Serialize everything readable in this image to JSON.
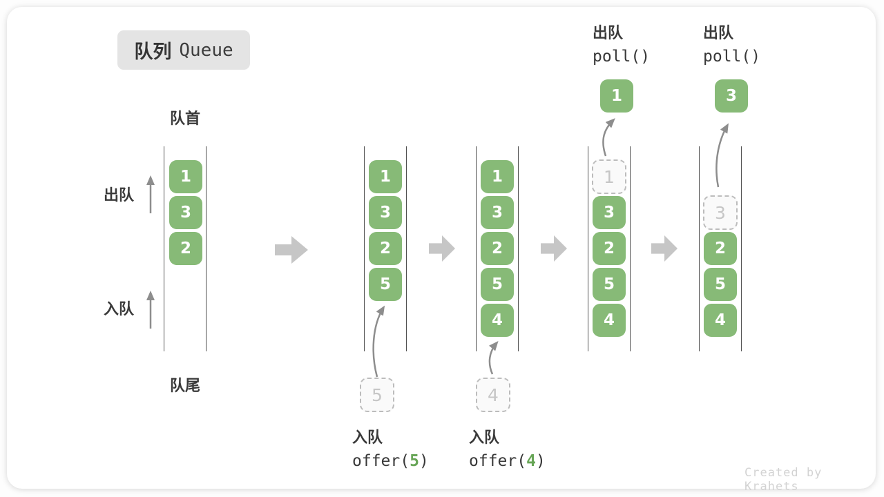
{
  "title": {
    "zh": "队列",
    "en": "Queue"
  },
  "labels": {
    "front": "队首",
    "rear": "队尾",
    "dequeue": "出队",
    "enqueue": "入队"
  },
  "ops": {
    "enqueue5": {
      "label": "入队",
      "code_pre": "offer(",
      "code_arg": "5",
      "code_post": ")"
    },
    "enqueue4": {
      "label": "入队",
      "code_pre": "offer(",
      "code_arg": "4",
      "code_post": ")"
    },
    "dequeue1": {
      "label": "出队",
      "code": "poll()"
    },
    "dequeue3": {
      "label": "出队",
      "code": "poll()"
    }
  },
  "states": [
    {
      "cells": [
        "1",
        "3",
        "2"
      ]
    },
    {
      "cells": [
        "1",
        "3",
        "2",
        "5"
      ],
      "incoming": "5"
    },
    {
      "cells": [
        "1",
        "3",
        "2",
        "5",
        "4"
      ],
      "incoming": "4"
    },
    {
      "cells": [
        "3",
        "2",
        "5",
        "4"
      ],
      "removed": "1",
      "polled": "1"
    },
    {
      "cells": [
        "2",
        "5",
        "4"
      ],
      "removed": "3",
      "polled": "3"
    }
  ],
  "icons": {
    "flow_arrow": "thick-right-arrow",
    "direction_arrow": "thin-up-arrow",
    "transfer_arrow": "curved-up-arrow"
  },
  "colors": {
    "cell_green": "#87ba77",
    "code_green": "#67a556",
    "block_arrow_gray": "#c6c6c6",
    "thin_arrow_gray": "#8d8d8d",
    "wall_gray": "#4f4f4f",
    "title_bg": "#e4e4e4",
    "credit_gray": "#d3d3d3"
  },
  "credit": "Created by Krahets"
}
